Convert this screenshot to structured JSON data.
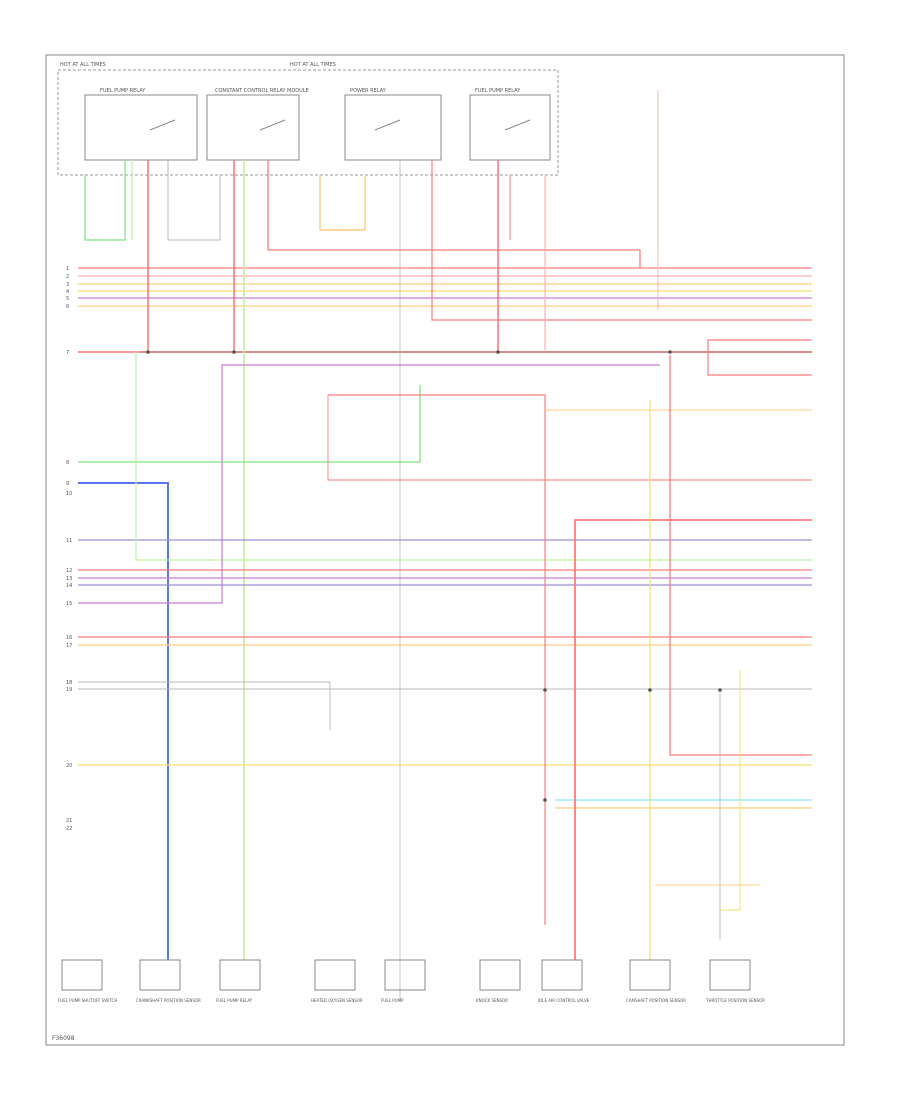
{
  "diagram": {
    "footer_code": "F36098",
    "colors": {
      "red": "#ff7a7a",
      "pink": "#ffb0b0",
      "orange": "#ffcc80",
      "yellow": "#f2e06a",
      "green": "#7ee27e",
      "lightgreen": "#bff0a0",
      "blue": "#5577ee",
      "purple": "#c57ad8",
      "violet": "#9a8fd8",
      "gray": "#b8b8b8",
      "cyan": "#8be8ee",
      "black": "#444444"
    },
    "top_labels": {
      "hot_left": "HOT AT ALL TIMES",
      "hot_right": "HOT AT ALL TIMES",
      "relay1": "FUEL PUMP RELAY",
      "relay2": "CONSTANT CONTROL RELAY MODULE",
      "relay3": "POWER RELAY",
      "relay4": "FUEL PUMP RELAY"
    },
    "left_numbers": [
      "1",
      "2",
      "3",
      "4",
      "5",
      "6",
      "7",
      "8",
      "9",
      "10",
      "11",
      "12",
      "13",
      "14",
      "15",
      "16",
      "17",
      "18",
      "19",
      "20",
      "21",
      "22"
    ],
    "bottom_components": [
      "FUEL PUMP SHUTOFF SWITCH",
      "CRANKSHAFT POSITION SENSOR",
      "FUEL PUMP RELAY",
      "HEATED OXYGEN SENSOR",
      "FUEL PUMP",
      "KNOCK SENSOR",
      "IDLE AIR CONTROL VALVE",
      "CAMSHAFT POSITION SENSOR",
      "THROTTLE POSITION SENSOR"
    ]
  }
}
